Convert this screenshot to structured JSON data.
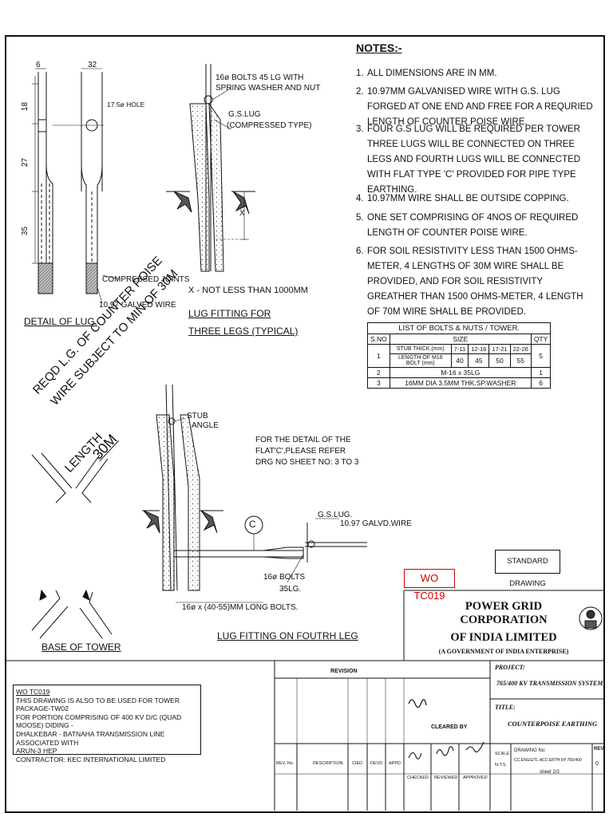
{
  "notes": {
    "title": "NOTES:-",
    "items": [
      {
        "num": "1.",
        "text": "ALL DIMENSIONS ARE IN MM."
      },
      {
        "num": "2.",
        "text": "10.97MM GALVANISED WIRE WITH G.S. LUG FORGED AT ONE END AND FREE FOR A REQURIED LENGTH OF COUNTER POISE WIRE."
      },
      {
        "num": "3.",
        "text": "FOUR G.S LUG WILL BE REQUIRED PER TOWER THREE LUGS WILL BE CONNECTED ON THREE LEGS AND FOURTH LUGS WILL BE CONNECTED WITH FLAT TYPE 'C' PROVIDED FOR PIPE TYPE EARTHING."
      },
      {
        "num": "4.",
        "text": "10.97MM WIRE SHALL BE OUTSIDE COPPING."
      },
      {
        "num": "5.",
        "text": "ONE SET COMPRISING OF 4NOS OF REQUIRED LENGTH OF COUNTER POISE WIRE."
      },
      {
        "num": "6.",
        "text": "FOR SOIL RESISTIVITY LESS THAN 1500 OHMS-METER, 4 LENGTHS OF 30M WIRE SHALL BE PROVIDED, AND FOR SOIL RESISTIVITY GREATHER THAN 1500 OHMS-METER, 4 LENGTH OF 70M WIRE SHALL BE PROVIDED."
      }
    ]
  },
  "bolts_table": {
    "title": "LIST OF BOLTS & NUTS / TOWER.",
    "headers": {
      "sno": "S.NO",
      "size": "SIZE",
      "qty": "QTY"
    },
    "row1": {
      "sno": "1",
      "stub_label": "STUB THICK.(mm)",
      "stub_ranges": [
        "7-11",
        "12-16",
        "17-21",
        "22-26"
      ],
      "length_label": "LENGTH OF M16 BOLT (mm)",
      "lengths": [
        "40",
        "45",
        "50",
        "55"
      ],
      "qty": "5"
    },
    "row2": {
      "sno": "2",
      "size": "M-16 x 35LG",
      "qty": "1"
    },
    "row3": {
      "sno": "3",
      "size": "16MM DIA 3.5MM THK.SP.WASHER",
      "qty": "6"
    }
  },
  "lug_detail": {
    "dim_top_small": "6",
    "dim_top_width": "32",
    "dim_18": "18",
    "dim_27": "27",
    "dim_35": "35",
    "hole": "17.5ø HOLE",
    "compressed": "COMPRESSED JOINTS",
    "wire": "10.97 GALVED WIRE",
    "title": "DETAIL OF LUG."
  },
  "three_legs": {
    "bolt": "16ø BOLTS 45 LG WITH",
    "washer": "SPRING WASHER AND NUT",
    "lug1": "G.S.LUG",
    "lug2": "(COMPRESSED TYPE)",
    "x_marker": "X",
    "x_note": "X - NOT LESS THAN 1000MM",
    "title1": "LUG FITTING FOR",
    "title2": "THREE LEGS (TYPICAL)"
  },
  "counterpoise": {
    "line1": "REQD L.G. OF COUNTER POISE",
    "line2": "WIRE SUBJECT TO MIN OF 30M",
    "line3": "LENGTH",
    "line4": "30M"
  },
  "base": {
    "title": "BASE OF TOWER"
  },
  "fourth_leg": {
    "stub1": "STUB",
    "stub2": "ANGLE",
    "ref1": "FOR THE DETAIL OF THE",
    "ref2": "FLAT'C',PLEASE REFER",
    "ref3": "DRG NO SHEET NO: 3 TO 3",
    "c_mark": "C",
    "lug": "G.S.LUG.",
    "wire": "10.97 GALVD.WIRE",
    "bolts1": "16ø BOLTS",
    "bolts2": "35LG.",
    "long_bolts": "16ø x (40-55)MM LONG BOLTS.",
    "title": "LUG FITTING ON FOUTRH LEG"
  },
  "standard_drawing": "STANDARD DRAWING",
  "wo_stamp": "WO TC019",
  "work_order": {
    "title": "WO TC019",
    "line1": "THIS DRAWING IS ALSO TO BE USED FOR TOWER PACKAGE-TW02",
    "line2": "FOR PORTION COMPRISING OF 400 KV D/C (QUAD MOOSE) DIDING -",
    "line3": "DHALKEBAR - BATNAHA TRANSMISSION LINE ASSOCIATED WITH",
    "line4": "ARUN-3 HEP",
    "line5": "CONTRACTOR: KEC INTERNATIONAL LIMITED"
  },
  "company": {
    "name1": "POWER GRID CORPORATION",
    "name2": "OF INDIA LIMITED",
    "tag": "(A GOVERNMENT OF INDIA ENTERPRISE)"
  },
  "title_block": {
    "revision": "REVISION",
    "project_label": "PROJECT:",
    "project": "765/400 KV TRANSMISSION SYSTEM",
    "title_label": "TITLE:",
    "title": "COUNTERPOISE EARTHING",
    "cleared_by": "CLEARED BY",
    "rev_no": "REV. No",
    "description": "DESCRIPTION",
    "cied": "CIED",
    "deved": "DEVD",
    "appd": "APPD",
    "checked": "CHECKED",
    "reviewed": "REVIEWED",
    "approved": "APPROVED",
    "scale": "SCALE",
    "nts": "N.T.S.",
    "drawing_no_label": "DRAWING No:",
    "drawing_no": "CC.ENGG/TL:ACC:ERTH:FP:765/400",
    "sheet": "sheet 2/3",
    "rev_label": "REV.",
    "rev_value": "0"
  },
  "colors": {
    "ink": "#111111",
    "stamp_red": "#d00000",
    "paper": "#ffffff"
  }
}
